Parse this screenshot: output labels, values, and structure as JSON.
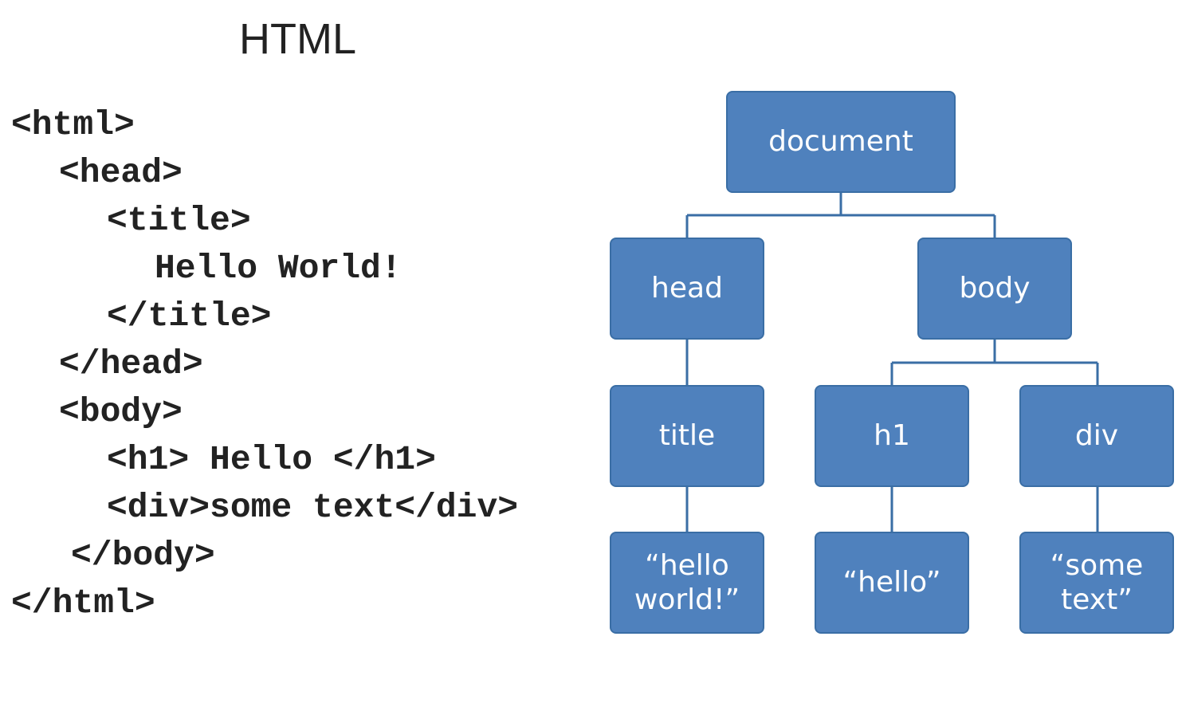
{
  "title": "HTML",
  "code_lines": [
    "<html>",
    "<head>",
    "<title>",
    "Hello World!",
    "</title>",
    "</head>",
    "<body>",
    "<h1> Hello </h1>",
    "<div>some text</div>",
    "</body>",
    "</html>"
  ],
  "tree": {
    "document": "document",
    "head": "head",
    "body": "body",
    "title": "title",
    "h1": "h1",
    "div": "div",
    "hello_world_line1": "“hello",
    "hello_world_line2": "world!”",
    "hello": "“hello”",
    "some_text_line1": "“some",
    "some_text_line2": "text”"
  },
  "colors": {
    "node_fill": "#4f81bd",
    "node_border": "#3a6ea5",
    "connector": "#3a6ea5"
  }
}
